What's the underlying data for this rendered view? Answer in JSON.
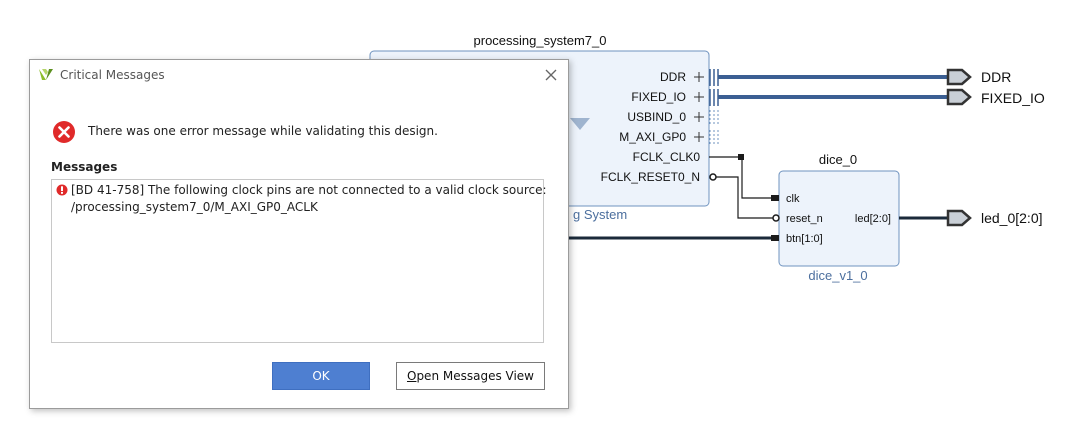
{
  "diagram": {
    "ps_title": "processing_system7_0",
    "ps_subtitle": "g System",
    "ps_ports": [
      "DDR",
      "FIXED_IO",
      "USBIND_0",
      "M_AXI_GP0",
      "FCLK_CLK0",
      "FCLK_RESET0_N"
    ],
    "ext_ports": [
      "DDR",
      "FIXED_IO",
      "led_0[2:0]"
    ],
    "dice_title": "dice_0",
    "dice_subtitle": "dice_v1_0",
    "dice_inputs": [
      "clk",
      "reset_n",
      "btn[1:0]"
    ],
    "dice_output": "led[2:0]",
    "colors": {
      "block_fill": "#edf3fb",
      "block_border": "#6f93bf",
      "bus": "#3b5f93",
      "wire": "#1b1b1b"
    }
  },
  "dialog": {
    "title": "Critical Messages",
    "error_text": "There was one error message while validating this design.",
    "messages_heading": "Messages",
    "message_line1": "[BD 41-758] The following clock pins are not connected to a valid clock source:",
    "message_line2": "/processing_system7_0/M_AXI_GP0_ACLK",
    "ok_label": "OK",
    "open_label_first": "O",
    "open_label_rest": "pen Messages View",
    "colors": {
      "ok_button": "#4e7fd1",
      "error": "#e02a2a"
    }
  }
}
